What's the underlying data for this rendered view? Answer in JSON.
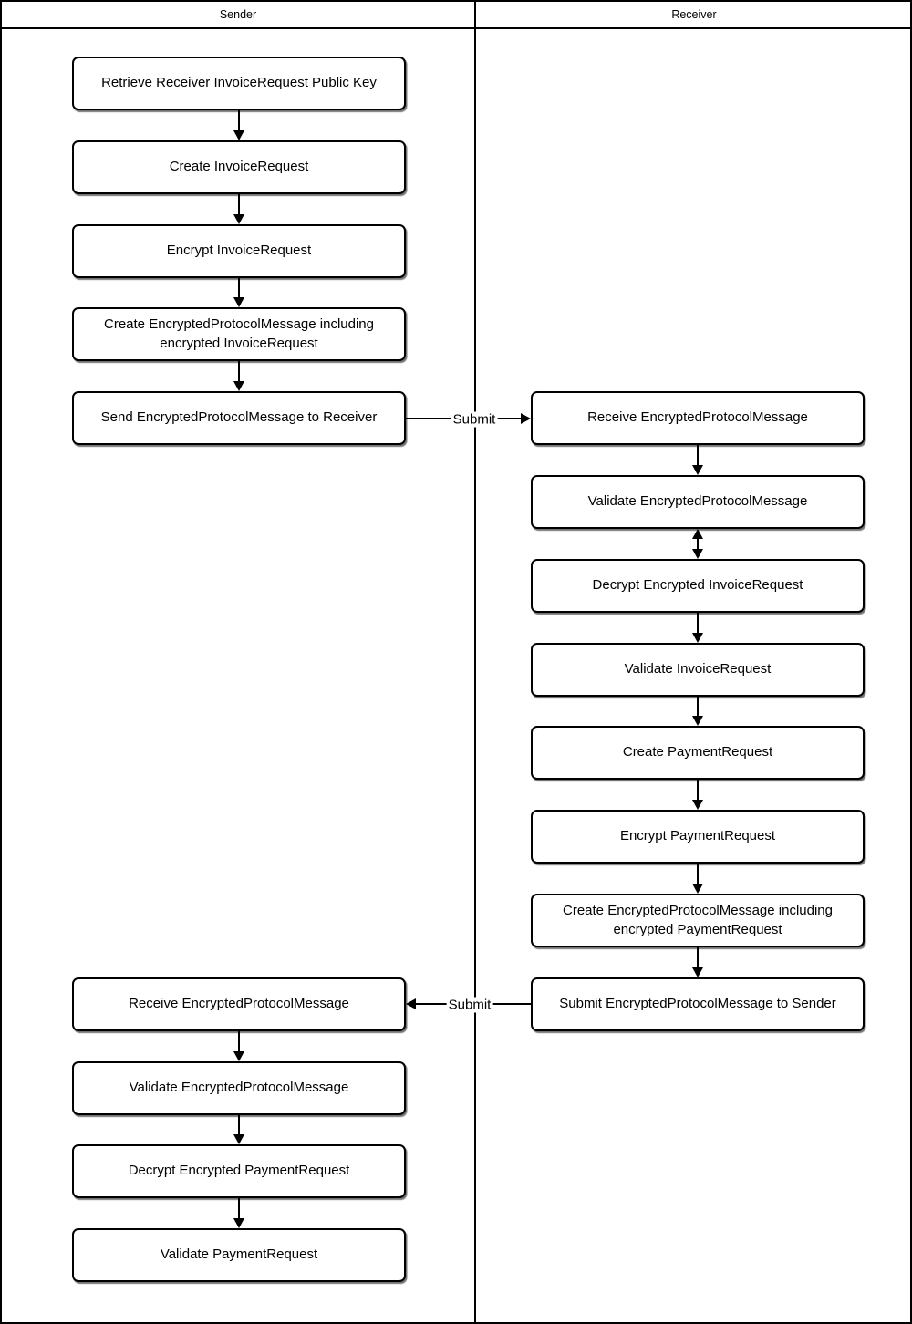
{
  "lanes": [
    {
      "label": "Sender"
    },
    {
      "label": "Receiver"
    }
  ],
  "nodes": [
    {
      "lane": "sender",
      "label": "Retrieve Receiver InvoiceRequest Public Key"
    },
    {
      "lane": "sender",
      "label": "Create InvoiceRequest"
    },
    {
      "lane": "sender",
      "label": "Encrypt InvoiceRequest"
    },
    {
      "lane": "sender",
      "label": "Create EncryptedProtocolMessage including encrypted InvoiceRequest"
    },
    {
      "lane": "sender",
      "label": "Send EncryptedProtocolMessage to Receiver"
    },
    {
      "lane": "receiver",
      "label": "Receive EncryptedProtocolMessage"
    },
    {
      "lane": "receiver",
      "label": "Validate EncryptedProtocolMessage"
    },
    {
      "lane": "receiver",
      "label": "Decrypt Encrypted InvoiceRequest"
    },
    {
      "lane": "receiver",
      "label": "Validate InvoiceRequest"
    },
    {
      "lane": "receiver",
      "label": "Create PaymentRequest"
    },
    {
      "lane": "receiver",
      "label": "Encrypt PaymentRequest"
    },
    {
      "lane": "receiver",
      "label": "Create EncryptedProtocolMessage including encrypted PaymentRequest"
    },
    {
      "lane": "receiver",
      "label": "Submit EncryptedProtocolMessage to Sender"
    },
    {
      "lane": "sender",
      "label": "Receive EncryptedProtocolMessage"
    },
    {
      "lane": "sender",
      "label": "Validate EncryptedProtocolMessage"
    },
    {
      "lane": "sender",
      "label": "Decrypt Encrypted PaymentRequest"
    },
    {
      "lane": "sender",
      "label": "Validate PaymentRequest"
    }
  ],
  "edges": [
    {
      "from": 0,
      "to": 1,
      "type": "down"
    },
    {
      "from": 1,
      "to": 2,
      "type": "down"
    },
    {
      "from": 2,
      "to": 3,
      "type": "down"
    },
    {
      "from": 3,
      "to": 4,
      "type": "down"
    },
    {
      "from": 4,
      "to": 5,
      "type": "right",
      "label": "Submit"
    },
    {
      "from": 5,
      "to": 6,
      "type": "down"
    },
    {
      "from": 6,
      "to": 7,
      "type": "bidirectional"
    },
    {
      "from": 7,
      "to": 8,
      "type": "down"
    },
    {
      "from": 8,
      "to": 9,
      "type": "down"
    },
    {
      "from": 9,
      "to": 10,
      "type": "down"
    },
    {
      "from": 10,
      "to": 11,
      "type": "down"
    },
    {
      "from": 11,
      "to": 12,
      "type": "down"
    },
    {
      "from": 12,
      "to": 13,
      "type": "left",
      "label": "Submit"
    },
    {
      "from": 13,
      "to": 14,
      "type": "down"
    },
    {
      "from": 14,
      "to": 15,
      "type": "down"
    },
    {
      "from": 15,
      "to": 16,
      "type": "down"
    }
  ],
  "colors": {
    "node_border": "#000000",
    "node_fill": "#ffffff",
    "text": "#000000",
    "line": "#000000"
  }
}
